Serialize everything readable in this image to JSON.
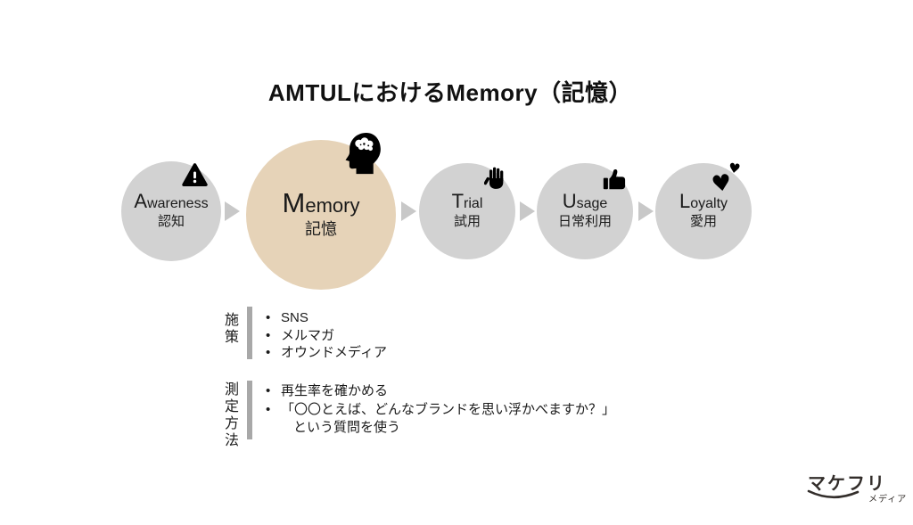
{
  "title": "AMTULにおけるMemory（記憶）",
  "colors": {
    "background": "#ffffff",
    "stage_circle": "#d2d2d2",
    "highlight_circle": "#e6d3b8",
    "arrow": "#c8c8c8",
    "section_bar": "#a8a8a8",
    "text": "#1a1a1a",
    "logo": "#332e2b"
  },
  "stages": [
    {
      "letter": "A",
      "rest": "wareness",
      "jp": "認知",
      "icon": "alert-icon",
      "highlighted": false
    },
    {
      "letter": "M",
      "rest": "emory",
      "jp": "記憶",
      "icon": "brain-head-icon",
      "highlighted": true
    },
    {
      "letter": "T",
      "rest": "rial",
      "jp": "試用",
      "icon": "raised-hand-icon",
      "highlighted": false
    },
    {
      "letter": "U",
      "rest": "sage",
      "jp": "日常利用",
      "icon": "thumbs-up-icon",
      "highlighted": false
    },
    {
      "letter": "L",
      "rest": "oyalty",
      "jp": "愛用",
      "icon": "two-hearts-icon",
      "highlighted": false
    }
  ],
  "hearts_glyphs": {
    "big": "♥",
    "small": "♥"
  },
  "sections": {
    "actions": {
      "label": "施策",
      "items": [
        "SNS",
        "メルマガ",
        "オウンドメディア"
      ]
    },
    "measurement": {
      "label": "測定方法",
      "items": [
        {
          "line1": "再生率を確かめる",
          "line2": ""
        },
        {
          "line1": "「〇〇とえば、どんなブランドを思い浮かべますか？」",
          "line2": "という質問を使う"
        }
      ]
    }
  },
  "logo": {
    "text": "マケフリ",
    "sub": "メディア"
  }
}
